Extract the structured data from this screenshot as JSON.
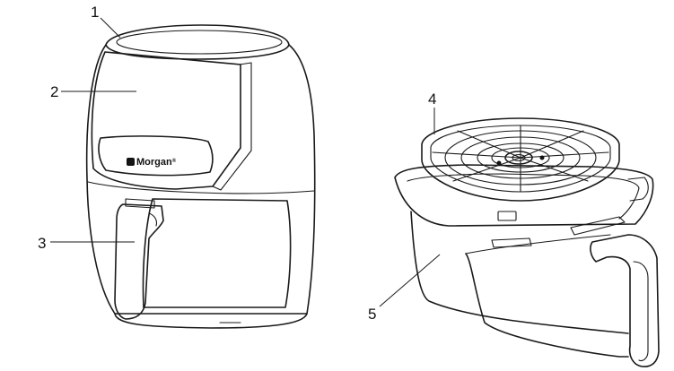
{
  "brand": {
    "name": "Morgan",
    "mark": "®"
  },
  "callouts": [
    {
      "number": "1"
    },
    {
      "number": "2"
    },
    {
      "number": "3"
    },
    {
      "number": "4"
    },
    {
      "number": "5"
    }
  ]
}
